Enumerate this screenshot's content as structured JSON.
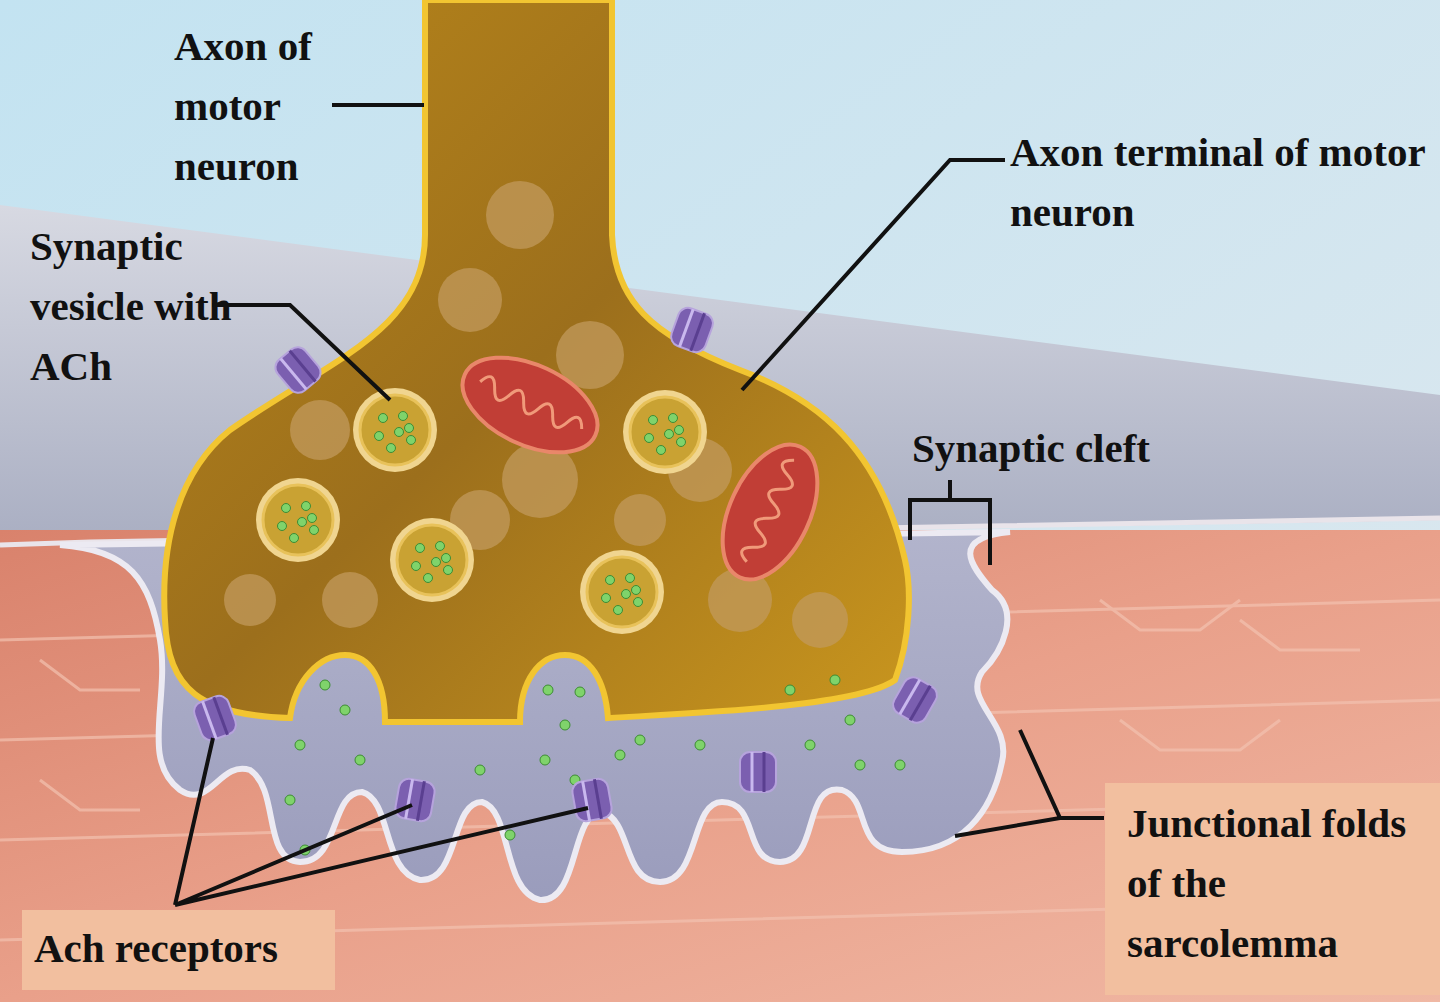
{
  "diagram": {
    "nodes": [
      {
        "text": [
          "Junctional folds of the sarcolemma"
        ]
      },
      {
        "text": [
          "Ach receptors"
        ]
      }
    ],
    "labels": [
      "Axon of motor neuron",
      "Axon terminal of motor neuron",
      "Synaptic vesicle with ACh",
      "Synaptic cleft"
    ]
  }
}
